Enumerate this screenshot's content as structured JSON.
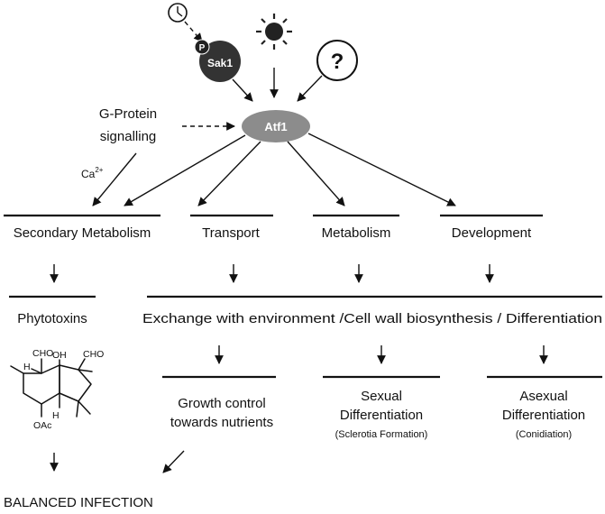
{
  "inputs": {
    "phospho_label": "P",
    "kinase_label": "Sak1",
    "question_label": "?",
    "g_protein_line1": "G-Protein",
    "g_protein_line2": "signalling",
    "calcium_base": "Ca",
    "calcium_sup": "2+"
  },
  "hub": {
    "label": "Atf1"
  },
  "targets": {
    "secondary_metabolism": "Secondary Metabolism",
    "transport": "Transport",
    "metabolism": "Metabolism",
    "development": "Development"
  },
  "outcomes": {
    "phytotoxins": "Phytotoxins",
    "exchange": "Exchange with environment /Cell wall biosynthesis / Differentiation"
  },
  "processes": {
    "growth_line1": "Growth control",
    "growth_line2": "towards nutrients",
    "sexual_line1": "Sexual",
    "sexual_line2": "Differentiation",
    "sexual_note": "(Sclerotia Formation)",
    "asexual_line1": "Asexual",
    "asexual_line2": "Differentiation",
    "asexual_note": "(Conidiation)"
  },
  "molecule": {
    "cho_top": "CHO",
    "oh": "OH",
    "cho_right": "CHO",
    "h_left": "H",
    "h_bottom": "H",
    "oac": "OAc"
  },
  "result": {
    "label": "BALANCED INFECTION"
  },
  "icons": {
    "clock": "clock-icon",
    "light": "sun-icon",
    "unknown": "question-icon",
    "kinase": "sak1-kinase-node",
    "hub": "atf1-node"
  },
  "colors": {
    "kinase_fill": "#333333",
    "phospho_fill": "#222222",
    "hub_fill": "#8c8c8c",
    "line": "#111111"
  }
}
